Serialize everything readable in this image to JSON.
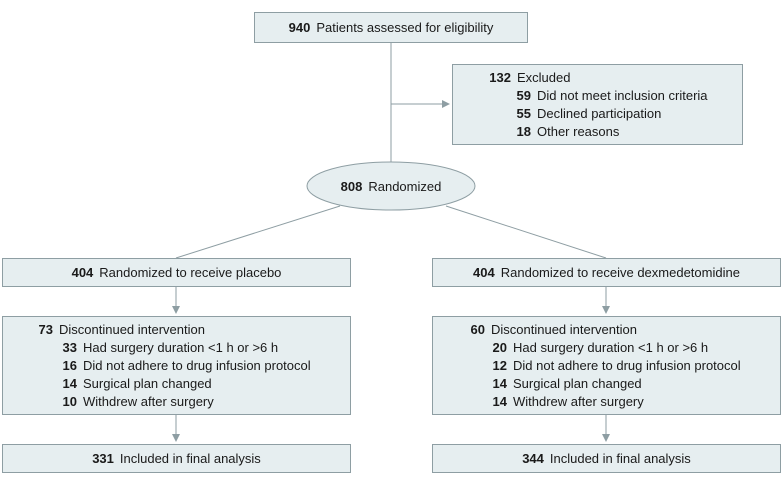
{
  "assessed": {
    "n": "940",
    "text": "Patients assessed for eligibility"
  },
  "excluded": {
    "n": "132",
    "text": "Excluded",
    "reasons": [
      {
        "n": "59",
        "text": "Did not meet inclusion criteria"
      },
      {
        "n": "55",
        "text": "Declined participation"
      },
      {
        "n": "18",
        "text": "Other reasons"
      }
    ]
  },
  "randomized": {
    "n": "808",
    "text": "Randomized"
  },
  "arms": [
    {
      "randomized": {
        "n": "404",
        "text": "Randomized to receive placebo"
      },
      "discontinued": {
        "n": "73",
        "text": "Discontinued intervention",
        "reasons": [
          {
            "n": "33",
            "text": "Had surgery duration <1 h or >6 h"
          },
          {
            "n": "16",
            "text": "Did not adhere to drug infusion protocol"
          },
          {
            "n": "14",
            "text": "Surgical plan changed"
          },
          {
            "n": "10",
            "text": "Withdrew after surgery"
          }
        ]
      },
      "analysis": {
        "n": "331",
        "text": "Included in final analysis"
      }
    },
    {
      "randomized": {
        "n": "404",
        "text": "Randomized to receive dexmedetomidine"
      },
      "discontinued": {
        "n": "60",
        "text": "Discontinued intervention",
        "reasons": [
          {
            "n": "20",
            "text": "Had surgery duration <1 h or >6 h"
          },
          {
            "n": "12",
            "text": "Did not adhere to drug infusion protocol"
          },
          {
            "n": "14",
            "text": "Surgical plan changed"
          },
          {
            "n": "14",
            "text": "Withdrew after surgery"
          }
        ]
      },
      "analysis": {
        "n": "344",
        "text": "Included in final analysis"
      }
    }
  ],
  "colors": {
    "box_fill": "#e6eef0",
    "box_border": "#8e9ea3",
    "connector": "#8e9ea3"
  }
}
